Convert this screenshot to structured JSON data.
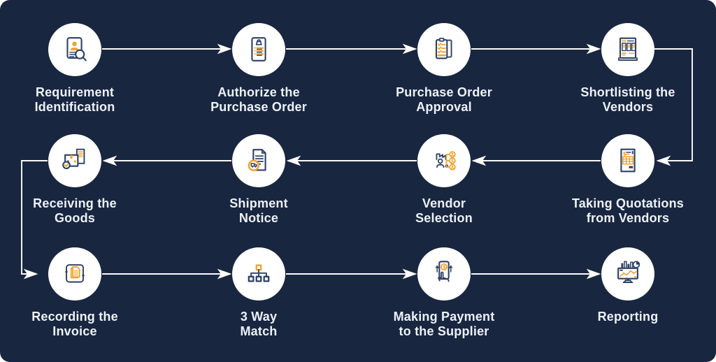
{
  "colors": {
    "background": "#182640",
    "circle": "#ffffff",
    "icon_navy": "#2e4166",
    "icon_orange": "#f0a32e",
    "text": "#eef2f8",
    "arrow": "#fbfbfb"
  },
  "steps": [
    {
      "name": "requirement-identification",
      "line1": "Requirement",
      "line2": "Identification",
      "icon": "id-card-search-icon"
    },
    {
      "name": "authorize-purchase-order",
      "line1": "Authorize the",
      "line2": "Purchase Order",
      "icon": "order-list-icon"
    },
    {
      "name": "purchase-order-approval",
      "line1": "Purchase Order",
      "line2": "Approval",
      "icon": "clipboard-check-icon"
    },
    {
      "name": "shortlisting-vendors",
      "line1": "Shortlisting the",
      "line2": "Vendors",
      "icon": "vendor-table-icon"
    },
    {
      "name": "taking-quotations",
      "line1": "Taking Quotations",
      "line2": "from Vendors",
      "icon": "quotation-invoice-icon"
    },
    {
      "name": "vendor-selection",
      "line1": "Vendor",
      "line2": "Selection",
      "icon": "vendor-branch-icon"
    },
    {
      "name": "shipment-notice",
      "line1": "Shipment",
      "line2": "Notice",
      "icon": "shipping-document-icon"
    },
    {
      "name": "receiving-goods",
      "line1": "Receiving the",
      "line2": "Goods",
      "icon": "goods-box-check-icon"
    },
    {
      "name": "recording-invoice",
      "line1": "Recording the",
      "line2": "Invoice",
      "icon": "invoice-sync-icon"
    },
    {
      "name": "three-way-match",
      "line1": "3 Way",
      "line2": "Match",
      "icon": "hierarchy-icon"
    },
    {
      "name": "making-payment",
      "line1": "Making Payment",
      "line2": "to the Supplier",
      "icon": "mobile-payment-icon"
    },
    {
      "name": "reporting",
      "line1": "Reporting",
      "line2": "",
      "icon": "analytics-monitor-icon"
    }
  ]
}
